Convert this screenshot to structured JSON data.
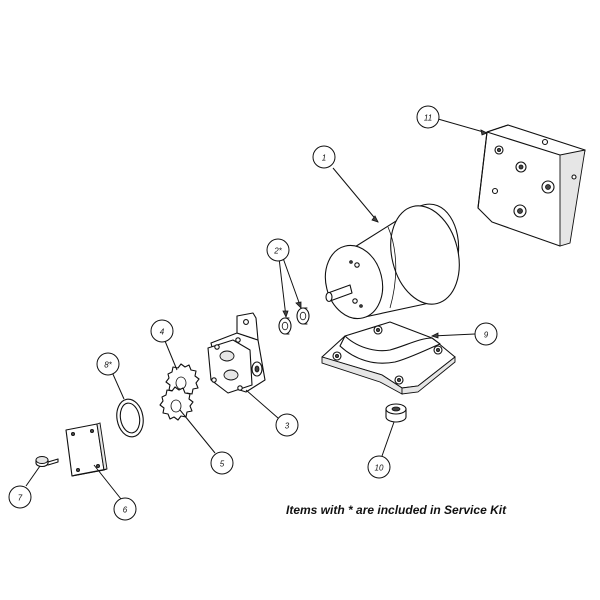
{
  "note": "Items with * are included in Service Kit",
  "callouts": [
    {
      "id": "1",
      "label": "1"
    },
    {
      "id": "2",
      "label": "2*"
    },
    {
      "id": "3",
      "label": "3"
    },
    {
      "id": "4",
      "label": "4"
    },
    {
      "id": "5",
      "label": "5"
    },
    {
      "id": "6",
      "label": "6"
    },
    {
      "id": "7",
      "label": "7"
    },
    {
      "id": "8",
      "label": "8*"
    },
    {
      "id": "9",
      "label": "9"
    },
    {
      "id": "10",
      "label": "10"
    },
    {
      "id": "11",
      "label": "11"
    }
  ]
}
